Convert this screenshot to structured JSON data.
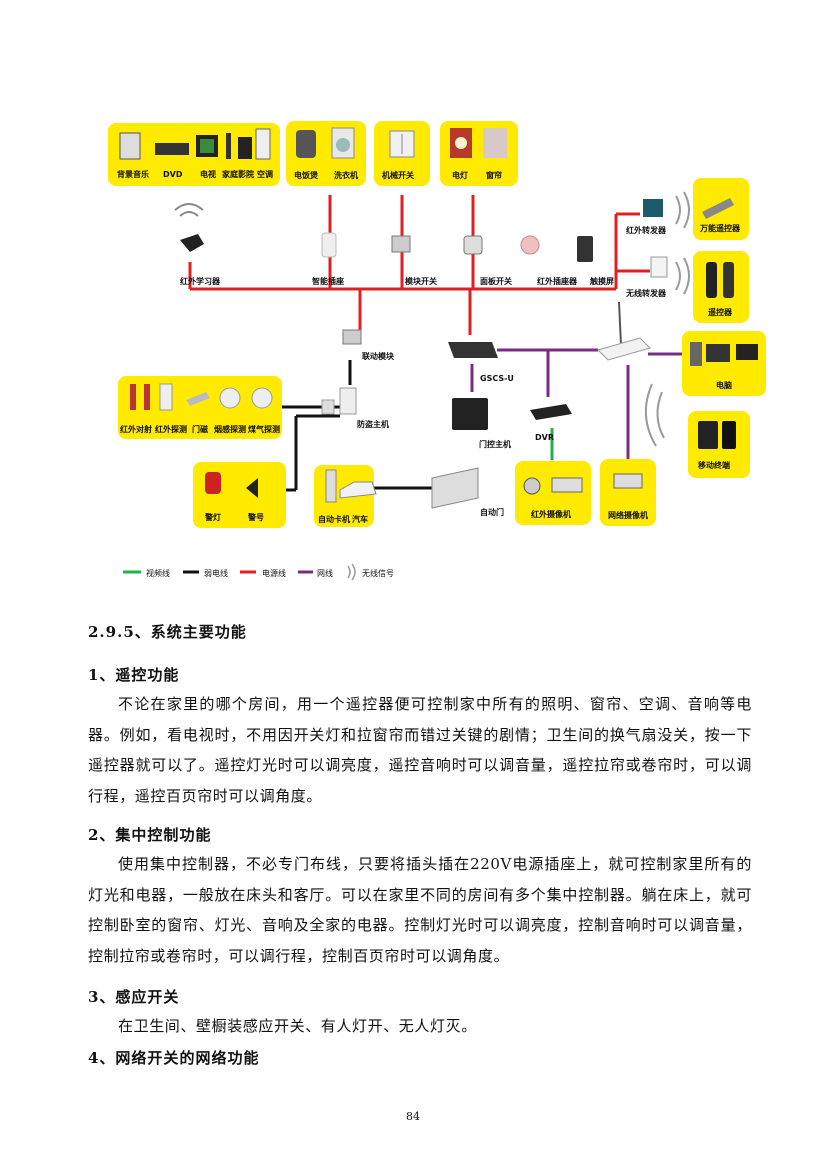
{
  "diagram": {
    "device_labels": {
      "bg_music": "背景音乐",
      "dvd": "DVD",
      "tv": "电视",
      "home_theater": "家庭影院",
      "ac": "空调",
      "rice_cooker": "电饭煲",
      "washer": "洗衣机",
      "mech_switch": "机械开关",
      "lamp": "电灯",
      "curtain": "窗帘",
      "ir_learner": "红外学习器",
      "smart_socket": "智能插座",
      "module_switch": "模块开关",
      "panel_switch": "面板开关",
      "ir_socket": "红外插座器",
      "touch_screen": "触摸屏",
      "ir_repeater": "红外转发器",
      "wireless_repeater": "无线转发器",
      "universal_remote": "万能遥控器",
      "remote": "遥控器",
      "linkage_module": "联动模块",
      "gscs": "GSCS-U",
      "door_host": "门控主机",
      "dvr": "DVR",
      "computer": "电脑",
      "mobile": "移动终端",
      "ir_beam": "红外对射",
      "ir_detect": "红外探测",
      "door_sensor": "门磁",
      "smoke_detect": "烟感探测",
      "gas_detect": "煤气探测",
      "alarm_host": "防盗主机",
      "warn_light": "警灯",
      "siren": "警号",
      "card_machine": "自动卡机",
      "car": "汽车",
      "auto_door": "自动门",
      "ir_camera": "红外摄像机",
      "net_camera": "网络摄像机"
    },
    "legend": {
      "video": "视频线",
      "weak": "弱电线",
      "power": "电源线",
      "network": "网线",
      "wireless": "无线信号"
    },
    "colors": {
      "panel": "#ffea00",
      "power": "#e02020",
      "video": "#22b24c",
      "weak": "#111111",
      "network": "#7a2b82"
    }
  },
  "section_title": "2.9.5、系统主要功能",
  "items": [
    {
      "heading": "1、遥控功能",
      "body": "不论在家里的哪个房间，用一个遥控器便可控制家中所有的照明、窗帘、空调、音响等电器。例如，看电视时，不用因开关灯和拉窗帘而错过关键的剧情；卫生间的换气扇没关，按一下遥控器就可以了。遥控灯光时可以调亮度，遥控音响时可以调音量，遥控拉帘或卷帘时，可以调行程，遥控百页帘时可以调角度。"
    },
    {
      "heading": "2、集中控制功能",
      "body": "使用集中控制器，不必专门布线，只要将插头插在220V电源插座上，就可控制家里所有的灯光和电器，一般放在床头和客厅。可以在家里不同的房间有多个集中控制器。躺在床上，就可控制卧室的窗帘、灯光、音响及全家的电器。控制灯光时可以调亮度，控制音响时可以调音量，控制拉帘或卷帘时，可以调行程，控制百页帘时可以调角度。"
    },
    {
      "heading": "3、感应开关",
      "body": "在卫生间、壁橱装感应开关、有人灯开、无人灯灭。"
    },
    {
      "heading": "4、网络开关的网络功能",
      "body": ""
    }
  ],
  "page_number": "84"
}
